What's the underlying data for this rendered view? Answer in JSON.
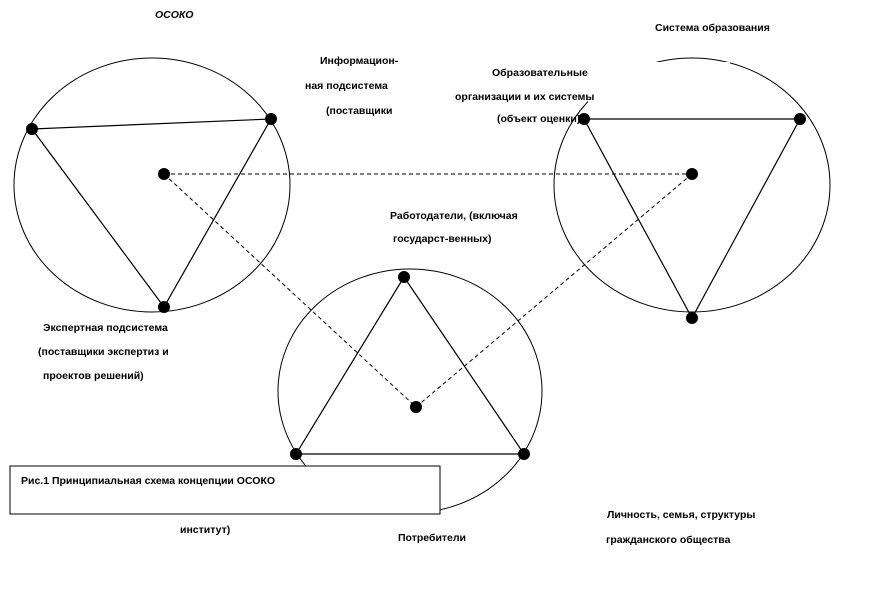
{
  "labels": {
    "osoko": "ОСОКО",
    "education_system": "Система образования",
    "info_1": "Информацион-",
    "info_2": "ная подсистема",
    "info_3": "(поставщики",
    "edu_org_1": "Образовательные",
    "edu_org_2": "организации и их системы",
    "edu_org_3": "(объект оценки)",
    "employers_1": "Работодатели, (включая",
    "employers_2": "государст-венных)",
    "expert_1": "Экспертная подсистема",
    "expert_2": "(поставщики экспертиз и",
    "expert_3": "проектов решений)",
    "institute": "институт)",
    "consumers": "Потребители",
    "society_1": "Личность, семья, структуры",
    "society_2": "гражданского общества"
  },
  "caption": "Рис.1 Принципиальная схема концепции ОСОКО"
}
